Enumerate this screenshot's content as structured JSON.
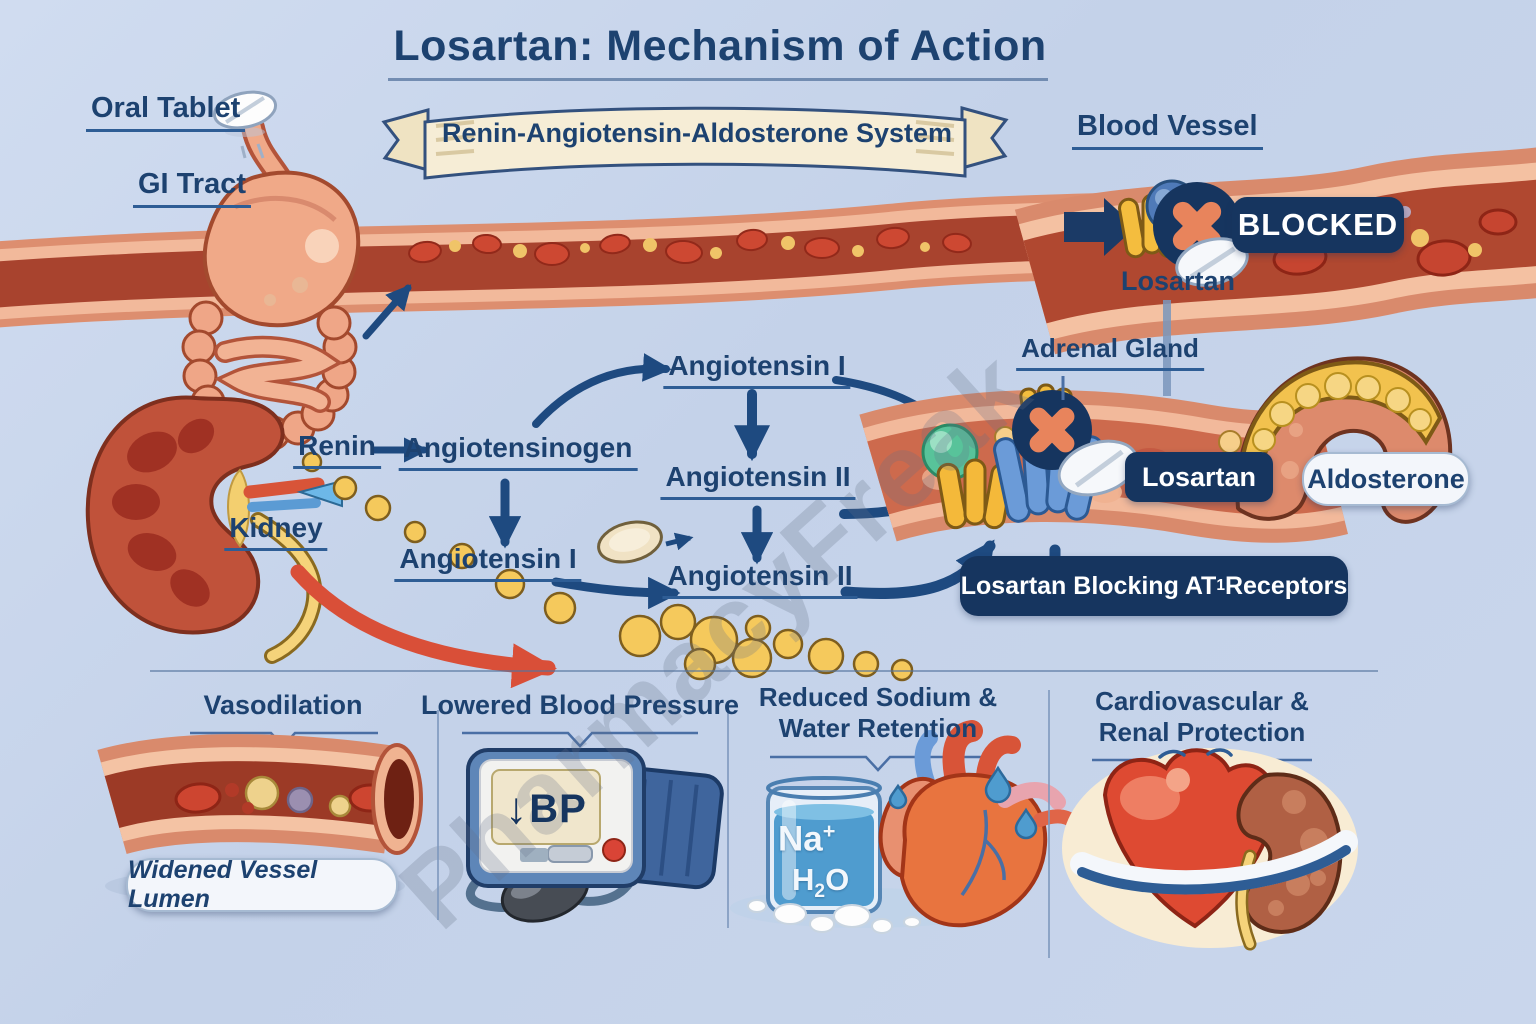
{
  "title": {
    "emphasis": "Losartan:",
    "rest": " Mechanism of Action"
  },
  "banner_text": "Renin-Angiotensin-Aldosterone System",
  "watermark_text": "PharmacyFreak",
  "labels": {
    "oral_tablet": "Oral Tablet",
    "gi_tract": "GI Tract",
    "blood_vessel": "Blood Vessel",
    "kidney": "Kidney",
    "renin": "Renin",
    "angiotensinogen": "Angiotensinogen",
    "angiotensin_i": "Angiotensin I",
    "angiotensin_ii": "Angiotensin II",
    "adrenal_gland": "Adrenal Gland",
    "aldosterone": "Aldosterone",
    "losartan": "Losartan",
    "blocked": "BLOCKED"
  },
  "blocking_badge": {
    "pre": "Losartan Blocking AT",
    "sub": "1",
    "post": " Receptors"
  },
  "panels": [
    {
      "title_line1": "Vasodilation",
      "title_line2": "",
      "caption": "Widened Vessel Lumen"
    },
    {
      "title_line1": "Lowered Blood Pressure",
      "title_line2": "",
      "screen_arrow": "↓",
      "screen_label": "BP"
    },
    {
      "title_line1": "Reduced Sodium &",
      "title_line2": "Water Retention",
      "na_base": "Na",
      "na_sup": "+",
      "h2o_h": "H",
      "h2o_sub": "2",
      "h2o_o": "O"
    },
    {
      "title_line1": "Cardiovascular &",
      "title_line2": "Renal Protection"
    }
  ],
  "colors": {
    "navy_text": "#1d4270",
    "badge_navy": "#16355f",
    "arrow_blue": "#1e4a80",
    "blocked_text": "#f0dda6",
    "cross_orange": "#e8845c",
    "ribbon_cream": "#f6edd6",
    "vessel_salmon": "#dd8e6f",
    "vessel_lumen": "#a8432e",
    "background": "#c6d4ea"
  }
}
